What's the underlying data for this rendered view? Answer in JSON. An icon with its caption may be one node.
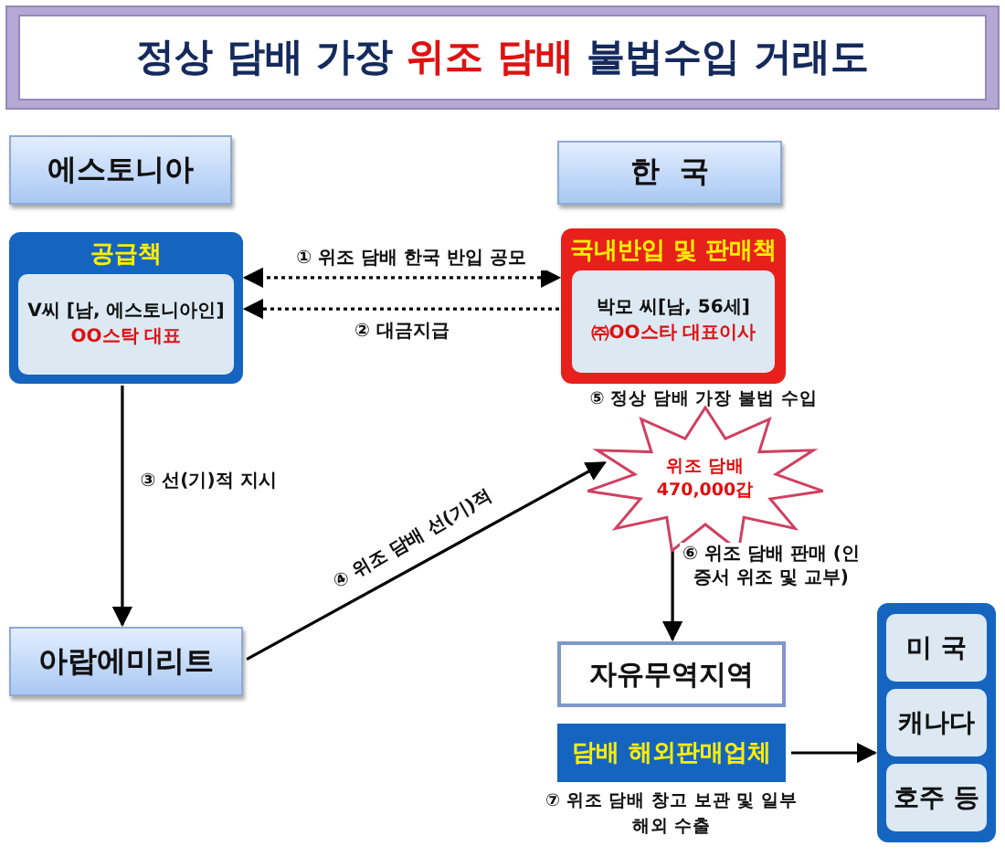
{
  "diagram": {
    "title": "정상 담배 가장 **위조 담배** 불법수입 거래도",
    "nodes": [
      {
        "text": [
          "에스토니아"
        ]
      },
      {
        "text": [
          "한  국"
        ]
      },
      {
        "text": [
          "공급책"
        ]
      },
      {
        "text": [
          "V씨 [남, 에스토니아인]",
          "OO스탁 대표"
        ],
        "in": 2
      },
      {
        "text": [
          "국내반입 및 판매책"
        ]
      },
      {
        "text": [
          "박모 씨[남, 56세]",
          "㈜OO스타 대표이사"
        ],
        "in": 4
      },
      {
        "text": [
          "위조 담배 470,000갑"
        ],
        "beside": [
          "⑤ 정상 담배 가장 불법 수입"
        ]
      },
      {
        "text": [
          "아랍에미리트"
        ]
      },
      {
        "text": [
          "자유무역지역"
        ]
      },
      {
        "text": [
          "담배 해외판매업체"
        ],
        "beside": [
          "⑦ 위조 담배 창고 보관 및 일부 해외 수출"
        ]
      },
      {
        "text": [],
        "shape": "box"
      },
      {
        "text": [
          "미 국"
        ],
        "in": 10
      },
      {
        "text": [
          "캐나다"
        ],
        "in": 10
      },
      {
        "text": [
          "호주 등"
        ],
        "in": 10
      }
    ],
    "edges": [
      {
        "from": 2,
        "to": 4,
        "arrow": "both",
        "style": "dashed",
        "label": "① 위조 담배 한국 반입 공모"
      },
      {
        "from": 4,
        "to": 2,
        "arrow": "to",
        "style": "dashed",
        "label": "② 대금지급"
      },
      {
        "from": 2,
        "to": 7,
        "arrow": "to",
        "label": "③ 선(기)적 지시"
      },
      {
        "from": 7,
        "to": 6,
        "arrow": "to",
        "label": "④ 위조 담배 선(기)적"
      },
      {
        "from": 6,
        "to": 8,
        "arrow": "to",
        "label": "⑥ 위조 담배 판매 (인증서 위조 및 교부)"
      },
      {
        "from": 9,
        "to": 10,
        "arrow": "to"
      }
    ]
  }
}
